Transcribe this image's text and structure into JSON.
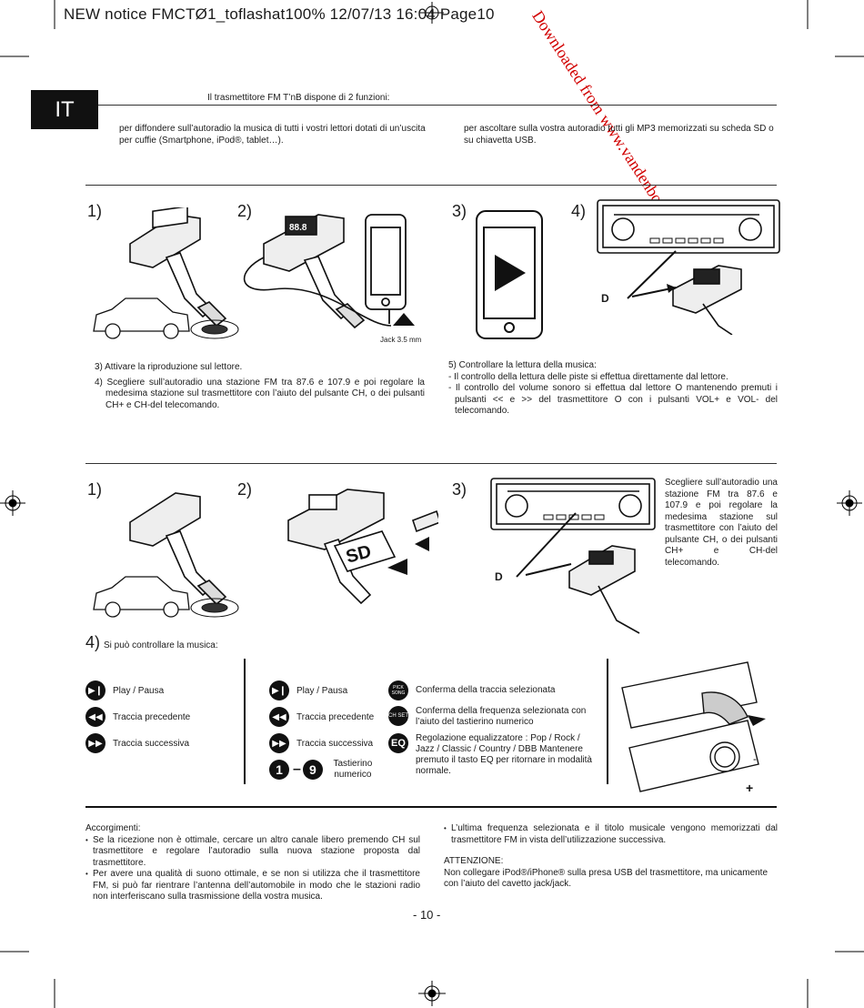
{
  "header": {
    "title": "NEW notice FMCTØ1_toflashat100%  12/07/13  16:04  Page10",
    "watermark": "Downloaded from www.vandenborre.be",
    "lang_tab": "IT"
  },
  "intro": {
    "heading": "Il trasmettitore FM T’nB dispone di 2 funzioni:",
    "left": "per diffondere sull’autoradio la musica di tutti i vostri lettori dotati di un’uscita per cuffie (Smartphone, iPod®, tablet…).",
    "right": "per ascoltare sulla vostra autoradio tutti gli MP3 memorizzati su scheda SD o su chiavetta USB."
  },
  "section1": {
    "steps": [
      "1)",
      "2)",
      "3)",
      "4)"
    ],
    "lcd": "88.8",
    "jack_label": "Jack 3.5 mm",
    "d_label": "D",
    "left_instructions": [
      "3) Attivare la riproduzione sul lettore.",
      "4) Scegliere sull’autoradio una stazione FM tra 87.6 e 107.9 e poi regolare la medesima stazione sul trasmettitore con l’aiuto del pulsante CH, o dei pulsanti CH+ e CH-del telecomando."
    ],
    "right_heading": "5) Controllare la lettura della musica:",
    "right_items": [
      "- Il controllo della lettura delle piste si effettua direttamente dal lettore.",
      "- Il controllo del volume sonoro si effettua dal lettore O mantenendo premuti i pulsanti << e >> del trasmettitore O con i pulsanti VOL+ e VOL- del telecomando."
    ]
  },
  "section2": {
    "steps": [
      "1)",
      "2)",
      "3)"
    ],
    "sd_label": "SD",
    "d_label": "D",
    "side_text": "Scegliere sull’autoradio una stazione FM tra 87.6 e 107.9 e poi regolare la medesima stazione sul trasmettitore con l’aiuto del pulsante CH, o dei pulsanti CH+ e CH-del telecomando.",
    "step4_num": "4)",
    "step4_text": "Si può controllare la musica:"
  },
  "controls": {
    "col1": [
      "Play / Pausa",
      "Traccia precedente",
      "Traccia successiva"
    ],
    "col2": [
      "Play / Pausa",
      "Traccia precedente",
      "Traccia successiva"
    ],
    "keypad_1": "1",
    "keypad_dash": "–",
    "keypad_9": "9",
    "keypad_label": "Tastierino numerico",
    "col3": [
      {
        "icon": "PICK SONG",
        "text": "Conferma della traccia selezionata"
      },
      {
        "icon": "CH SET",
        "text": "Conferma della frequenza selezionata con l’aiuto del tastierino numerico"
      },
      {
        "icon": "EQ",
        "text": "Regolazione equalizzatore : Pop / Rock / Jazz / Classic / Country / DBB Mantenere premuto il tasto EQ per ritornare in modalità normale."
      }
    ],
    "battery_minus": "-",
    "battery_plus": "+"
  },
  "tips": {
    "heading": "Accorgimenti:",
    "left": [
      "Se la ricezione non è ottimale, cercare un altro canale libero premendo CH sul trasmettitore e regolare l’autoradio sulla nuova stazione proposta dal trasmettitore.",
      "Per avere una qualità di suono ottimale, e se non si utilizza che il trasmettitore FM, si può far rientrare l’antenna dell’automobile in modo che le stazioni radio non interferiscano sulla trasmissione della vostra musica."
    ],
    "right": [
      "L’ultima frequenza selezionata e il titolo musicale vengono memorizzati dal trasmettitore FM in vista dell’utilizzazione successiva."
    ],
    "attention_heading": "ATTENZIONE:",
    "attention_text": "Non collegare iPod®/iPhone® sulla presa USB del trasmettitore, ma unicamente con l’aiuto del cavetto jack/jack."
  },
  "footer": {
    "page": "- 10 -"
  }
}
